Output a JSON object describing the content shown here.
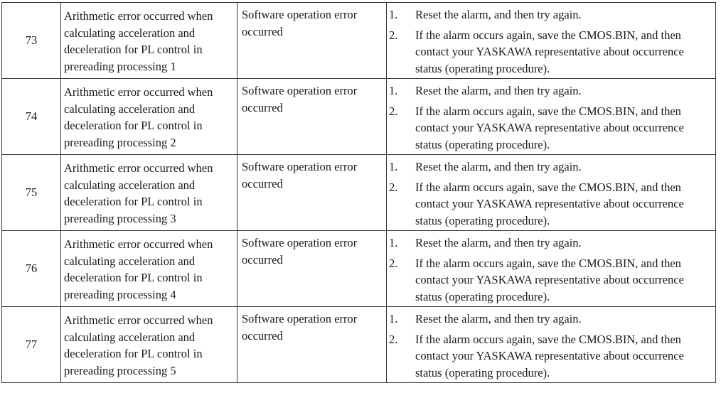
{
  "table": {
    "rows": [
      {
        "no": "73",
        "cause": "Arithmetic error occurred when calculating acceleration and deceleration for PL control in prereading processing 1",
        "type": "Software operation error occurred",
        "remedy": [
          {
            "num": "1.",
            "text": "Reset the alarm, and then try again."
          },
          {
            "num": "2.",
            "text": "If the alarm occurs again, save the CMOS.BIN, and then contact your YASKAWA representative about occurrence status (operating procedure)."
          }
        ]
      },
      {
        "no": "74",
        "cause": "Arithmetic error occurred when calculating acceleration and deceleration for PL control in prereading processing 2",
        "type": "Software operation error occurred",
        "remedy": [
          {
            "num": "1.",
            "text": "Reset the alarm, and then try again."
          },
          {
            "num": "2.",
            "text": "If the alarm occurs again, save the CMOS.BIN, and then contact your YASKAWA representative about occurrence status (operating procedure)."
          }
        ]
      },
      {
        "no": "75",
        "cause": "Arithmetic error occurred when calculating acceleration and deceleration for PL control in prereading processing 3",
        "type": "Software operation error occurred",
        "remedy": [
          {
            "num": "1.",
            "text": "Reset the alarm, and then try again."
          },
          {
            "num": "2.",
            "text": "If the alarm occurs again, save the CMOS.BIN, and then contact your YASKAWA representative about occurrence status (operating procedure)."
          }
        ]
      },
      {
        "no": "76",
        "cause": "Arithmetic error occurred when calculating acceleration and deceleration for PL control in prereading processing 4",
        "type": "Software operation error occurred",
        "remedy": [
          {
            "num": "1.",
            "text": "Reset the alarm, and then try again."
          },
          {
            "num": "2.",
            "text": "If the alarm occurs again, save the CMOS.BIN, and then contact your YASKAWA representative about occurrence status (operating procedure)."
          }
        ]
      },
      {
        "no": "77",
        "cause": "Arithmetic error occurred when calculating acceleration and deceleration for PL control in prereading processing 5",
        "type": "Software operation error occurred",
        "remedy": [
          {
            "num": "1.",
            "text": "Reset the alarm, and then try again."
          },
          {
            "num": "2.",
            "text": "If the alarm occurs again, save the CMOS.BIN, and then contact your YASKAWA representative about occurrence status (operating procedure)."
          }
        ]
      }
    ]
  }
}
